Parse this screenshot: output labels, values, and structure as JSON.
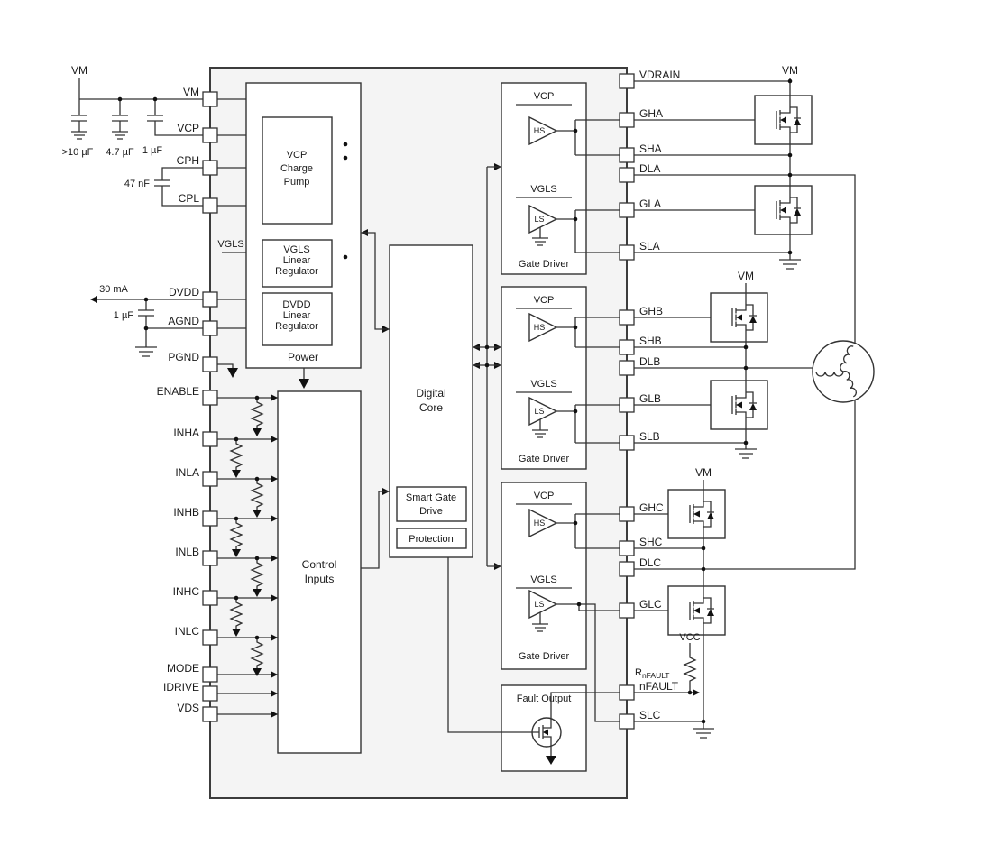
{
  "colors": {
    "chip_fill": "#f4f4f4",
    "wire": "#333333"
  },
  "external_left": {
    "vm": "VM",
    "cap_bulk": ">10 µF",
    "cap_mid": "4.7 µF",
    "cap_vcp": "1 µF",
    "cap_flying": "47 nF",
    "dvdd_current": "30 mA",
    "cap_dvdd": "1 µF"
  },
  "pins_left": [
    "VM",
    "VCP",
    "CPH",
    "CPL",
    "DVDD",
    "AGND",
    "PGND",
    "ENABLE",
    "INHA",
    "INLA",
    "INHB",
    "INLB",
    "INHC",
    "INLC",
    "MODE",
    "IDRIVE",
    "VDS"
  ],
  "pins_right": [
    "VDRAIN",
    "GHA",
    "SHA",
    "DLA",
    "GLA",
    "SLA",
    "GHB",
    "SHB",
    "DLB",
    "GLB",
    "SLB",
    "GHC",
    "SHC",
    "DLC",
    "GLC",
    "nFAULT",
    "SLC"
  ],
  "power": {
    "title": "Power",
    "net_vgls": "VGLS",
    "charge_pump": [
      "VCP",
      "Charge",
      "Pump"
    ],
    "vgls_reg": [
      "VGLS",
      "Linear",
      "Regulator"
    ],
    "dvdd_reg": [
      "DVDD",
      "Linear",
      "Regulator"
    ]
  },
  "control": [
    "Control",
    "Inputs"
  ],
  "core": {
    "title": [
      "Digital",
      "Core"
    ],
    "smart_gate": [
      "Smart Gate",
      "Drive"
    ],
    "protection": "Protection"
  },
  "gate_driver": {
    "rail_hs": "VCP",
    "rail_ls": "VGLS",
    "hs": "HS",
    "ls": "LS",
    "title": "Gate Driver"
  },
  "fault": {
    "title": "Fault Output"
  },
  "external_right": {
    "vm_a": "VM",
    "vm_b": "VM",
    "vm_c": "VM",
    "vcc": "VCC",
    "r_prefix": "R",
    "r_sub": "nFAULT"
  }
}
